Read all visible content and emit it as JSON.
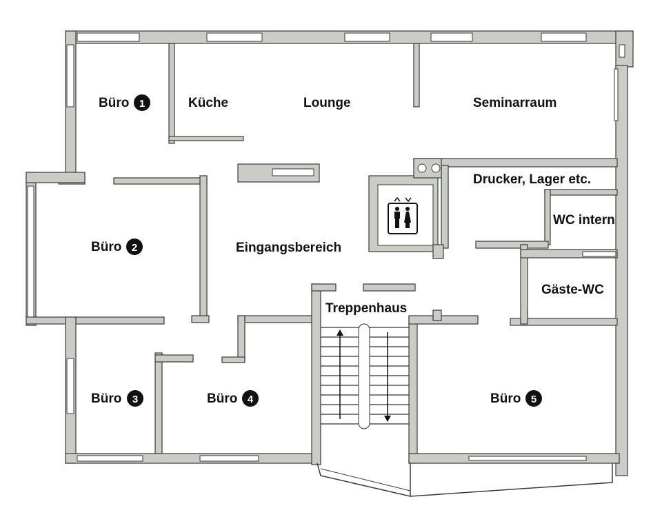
{
  "rooms": [
    {
      "name": "Büro",
      "number": "1"
    },
    {
      "name": "Küche"
    },
    {
      "name": "Lounge"
    },
    {
      "name": "Seminarraum"
    },
    {
      "name": "Büro",
      "number": "2"
    },
    {
      "name": "Eingangsbereich"
    },
    {
      "name": "Drucker, Lager etc."
    },
    {
      "name": "WC intern"
    },
    {
      "name": "Gäste-WC"
    },
    {
      "name": "Treppenhaus"
    },
    {
      "name": "Büro",
      "number": "3"
    },
    {
      "name": "Büro",
      "number": "4"
    },
    {
      "name": "Büro",
      "number": "5"
    }
  ],
  "colors": {
    "wall": "#c9cdc5",
    "outline": "#3a3a3a",
    "badge": "#111111"
  },
  "icons": [
    "elevator-icon",
    "stairs-up-arrow-icon",
    "stairs-down-arrow-icon"
  ]
}
